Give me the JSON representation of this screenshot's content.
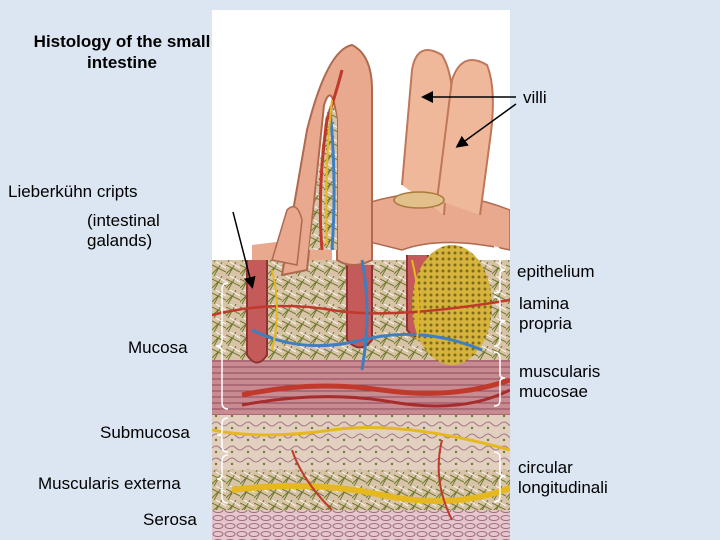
{
  "title": "Histology of the small\nintestine",
  "labels": {
    "villi": "villi",
    "crypts": "Lieberkühn cripts",
    "glands": "(intestinal\ngalands)",
    "epithelium": "epithelium",
    "lamina_propria": "lamina\npropria",
    "muscularis_mucosae": "muscularis\nmucosae",
    "mucosa": "Mucosa",
    "submucosa": "Submucosa",
    "muscularis_externa": "Muscularis externa",
    "serosa": "Serosa",
    "circular_longitudinal": "circular\nlongitudinali"
  },
  "colors": {
    "background": "#dce6f2",
    "tissue_pink": "#e8a98f",
    "artery": "#c0392b",
    "vein": "#3d7fc1",
    "lymph": "#e6b820"
  }
}
